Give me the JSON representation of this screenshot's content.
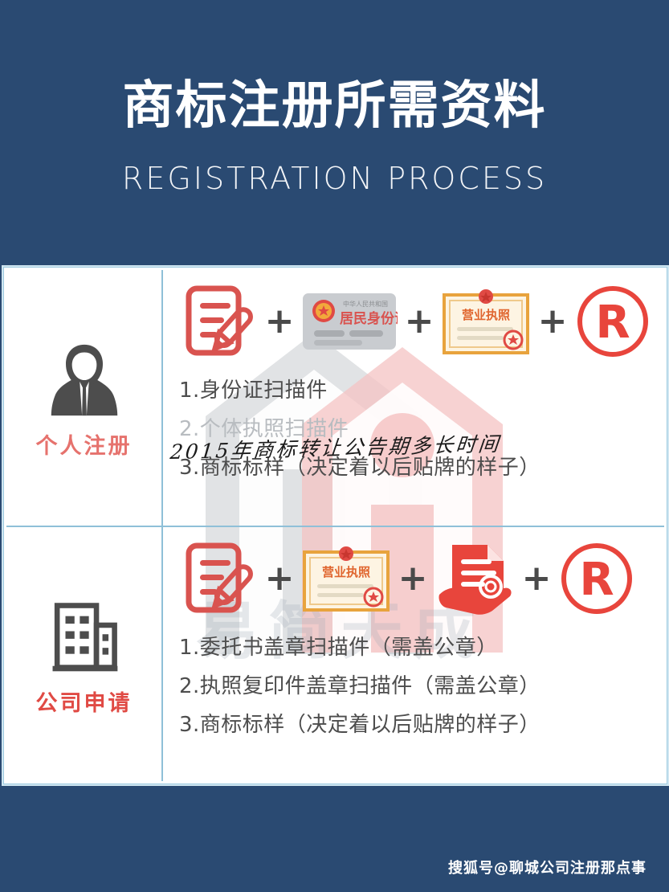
{
  "header": {
    "title_cn": "商标注册所需资料",
    "title_en": "REGISTRATION PROCESS"
  },
  "colors": {
    "background": "#2a4a72",
    "panel": "#ffffff",
    "divider": "#8fc0d8",
    "accent_red": "#e04a44",
    "icon_gray": "#4d4d4d",
    "license_orange": "#e8a33d",
    "faded_text": "#b8bcc0"
  },
  "watermark": {
    "text": "易简天成"
  },
  "overlay": {
    "handwriting": "2015年商标转让公告期多长时间"
  },
  "rows": [
    {
      "label": "个人注册",
      "label_icon": "person-icon",
      "icons": [
        {
          "name": "document-pen-icon",
          "caption": ""
        },
        {
          "name": "id-card-icon",
          "caption_small": "中华人民共和国",
          "caption_main": "居民身份证"
        },
        {
          "name": "business-license-icon",
          "caption_main": "营业执照"
        },
        {
          "name": "registered-trademark-icon",
          "caption": "R"
        }
      ],
      "separator": "+",
      "steps": [
        {
          "text": "1.身份证扫描件",
          "faded": false
        },
        {
          "text": "2.个体执照扫描件",
          "faded": true
        },
        {
          "text": "3.商标标样（决定着以后贴牌的样子）",
          "faded": false
        }
      ]
    },
    {
      "label": "公司申请",
      "label_icon": "building-icon",
      "icons": [
        {
          "name": "document-pen-icon",
          "caption": ""
        },
        {
          "name": "business-license-icon",
          "caption_main": "营业执照"
        },
        {
          "name": "hand-document-icon",
          "caption": ""
        },
        {
          "name": "registered-trademark-icon",
          "caption": "R"
        }
      ],
      "separator": "+",
      "steps": [
        {
          "text": "1.委托书盖章扫描件（需盖公章）",
          "faded": false
        },
        {
          "text": "2.执照复印件盖章扫描件（需盖公章）",
          "faded": false
        },
        {
          "text": "3.商标标样（决定着以后贴牌的样子）",
          "faded": false
        }
      ]
    }
  ],
  "footer": {
    "credit": "搜狐号@聊城公司注册那点事"
  }
}
